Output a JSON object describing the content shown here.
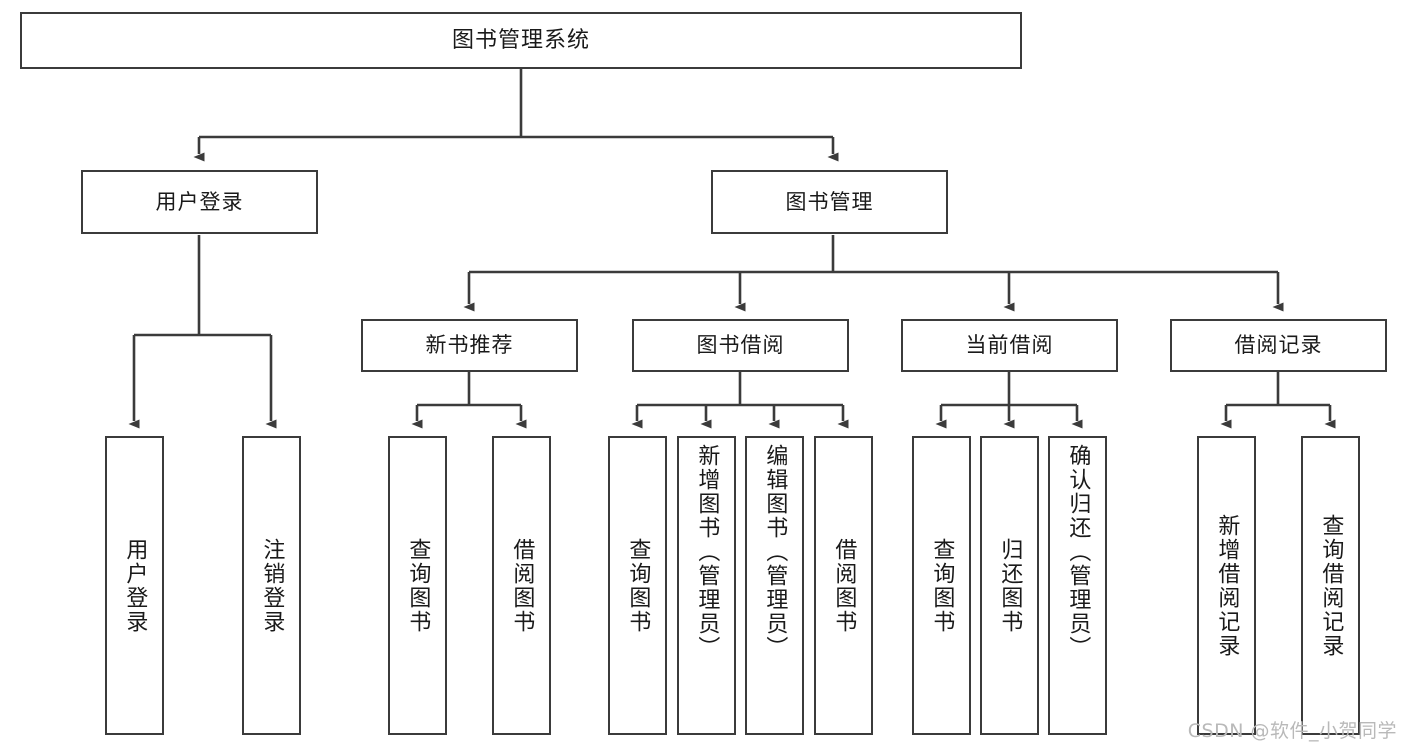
{
  "diagram": {
    "title": "图书管理系统",
    "type": "tree-hierarchy",
    "colors": {
      "box_border": "#3b3b3b",
      "box_fill": "#ffffff",
      "edge": "#3b3b3b",
      "text": "#1a1a1a",
      "watermark": "#b9b9b9",
      "background": "#ffffff"
    },
    "watermark": "CSDN @软件_小贺同学"
  },
  "nodes": {
    "root": {
      "label": "图书管理系统"
    },
    "level1": [
      {
        "id": "user-login",
        "label": "用户登录"
      },
      {
        "id": "book-manage",
        "label": "图书管理"
      }
    ],
    "level2": [
      {
        "id": "new-book-recommend",
        "label": "新书推荐"
      },
      {
        "id": "book-borrow",
        "label": "图书借阅"
      },
      {
        "id": "current-borrow",
        "label": "当前借阅"
      },
      {
        "id": "borrow-record",
        "label": "借阅记录"
      }
    ],
    "leaves": {
      "user_login": [
        {
          "id": "leaf-user-login",
          "label": "用户登录"
        },
        {
          "id": "leaf-logout",
          "label": "注销登录"
        }
      ],
      "new_book_recommend": [
        {
          "id": "leaf-query-book-1",
          "label": "查询图书"
        },
        {
          "id": "leaf-borrow-book-1",
          "label": "借阅图书"
        }
      ],
      "book_borrow": [
        {
          "id": "leaf-query-book-2",
          "label": "查询图书"
        },
        {
          "id": "leaf-add-book",
          "label": "新增图书（管理员）"
        },
        {
          "id": "leaf-edit-book",
          "label": "编辑图书（管理员）"
        },
        {
          "id": "leaf-borrow-book-2",
          "label": "借阅图书"
        }
      ],
      "current_borrow": [
        {
          "id": "leaf-query-book-3",
          "label": "查询图书"
        },
        {
          "id": "leaf-return-book",
          "label": "归还图书"
        },
        {
          "id": "leaf-confirm-return",
          "label": "确认归还（管理员）"
        }
      ],
      "borrow_record": [
        {
          "id": "leaf-add-record",
          "label": "新增借阅记录"
        },
        {
          "id": "leaf-query-record",
          "label": "查询借阅记录"
        }
      ]
    }
  }
}
